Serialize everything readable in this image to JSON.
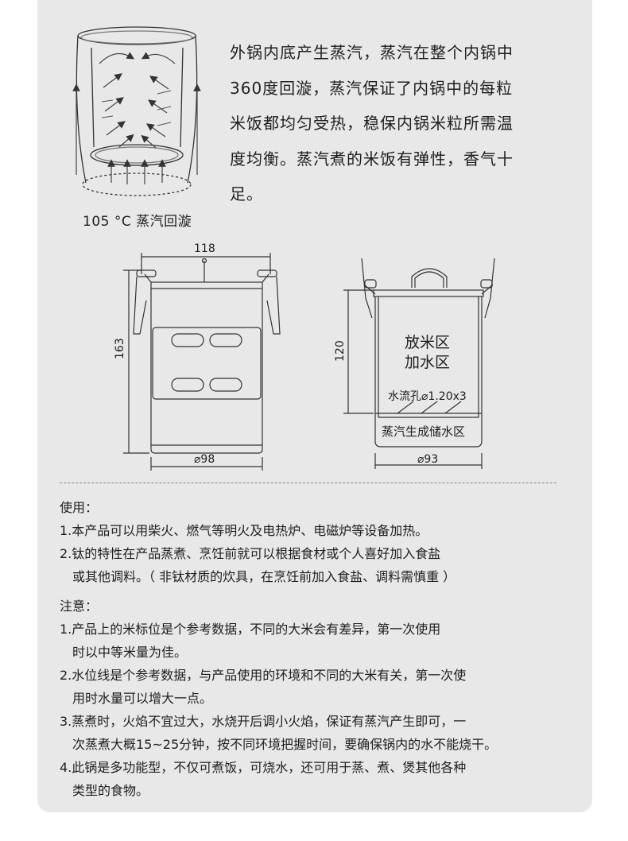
{
  "intro": {
    "lines": [
      "外锅内底产生蒸汽，蒸汽在整个内锅中",
      "360度回漩，蒸汽保证了内锅中的每粒",
      "米饭都均匀受热，稳保内锅米粒所需温",
      "度均衡。蒸汽煮的米饭有弹性，香气十",
      "足。"
    ],
    "caption": "105 °C 蒸汽回漩"
  },
  "diagram": {
    "left": {
      "width_label": "118",
      "height_label": "163",
      "diameter_label": "⌀98"
    },
    "right": {
      "height_label": "120",
      "zone1": "放米区",
      "zone2": "加水区",
      "holes": "水流孔⌀1.20x3",
      "bottom_zone": "蒸汽生成储水区",
      "diameter_label": "⌀93"
    }
  },
  "usage": {
    "heading": "使用：",
    "lines": [
      "1.本产品可以用柴火、燃气等明火及电热炉、电磁炉等设备加热。",
      "2.钛的特性在产品蒸煮、烹饪前就可以根据食材或个人喜好加入食盐",
      "或其他调料。（ 非钛材质的炊具，在烹饪前加入食盐、调料需慎重 ）"
    ]
  },
  "notes": {
    "heading": "注意：",
    "lines": [
      "1.产品上的米标位是个参考数据，不同的大米会有差异，第一次使用",
      "时以中等米量为佳。",
      "2.水位线是个参考数据，与产品使用的环境和不同的大米有关，第一次使",
      "用时水量可以增大一点。",
      "3.蒸煮时，火焰不宜过大，水烧开后调小火焰，保证有蒸汽产生即可，一",
      "次蒸煮大概15~25分钟，按不同环境把握时间，要确保锅内的水不能烧干。",
      "4.此锅是多功能型，不仅可煮饭，可烧水，还可用于蒸、煮、煲其他各种",
      "类型的食物。"
    ]
  }
}
